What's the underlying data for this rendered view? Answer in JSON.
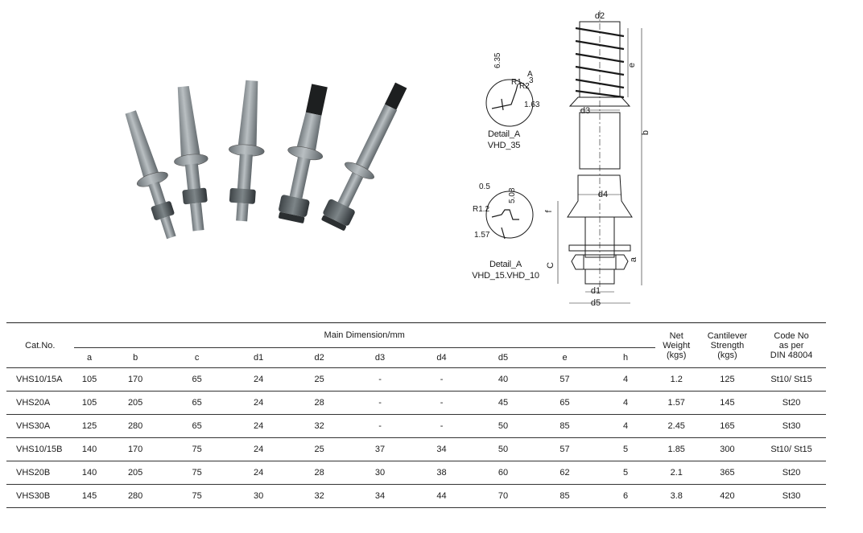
{
  "detail_labels": {
    "detail_a_35": [
      "Detail_A",
      "VHD_35"
    ],
    "detail_a_15_10": [
      "Detail_A",
      "VHD_15.VHD_10"
    ]
  },
  "drawing_labels": {
    "d2": "d2",
    "e": "e",
    "d3": "d3",
    "b": "b",
    "d4": "d4",
    "f": "f",
    "c": "C",
    "a": "a",
    "d1": "d1",
    "d5": "d5",
    "det1_635": "6.35",
    "det1_r1": "R1",
    "det1_a": "A",
    "det1_r2": "R2",
    "det1_3": "3",
    "det1_163": "1.63",
    "det2_05": "0.5",
    "det2_508": "5.08",
    "det2_r12": "R1.2",
    "det2_157": "1.57"
  },
  "table": {
    "cat_header": "Cat.No.",
    "main_dim_header": "Main Dimension/mm",
    "dim_columns": [
      "a",
      "b",
      "c",
      "d1",
      "d2",
      "d3",
      "d4",
      "d5",
      "e",
      "h"
    ],
    "net_weight_header": [
      "Net",
      "Weight",
      "(kgs)"
    ],
    "cantilever_header": [
      "Cantilever",
      "Strength",
      "(kgs)"
    ],
    "code_header": [
      "Code No",
      "as per",
      "DIN 48004"
    ],
    "rows": [
      {
        "cat": "VHS10/15A",
        "dims": [
          "105",
          "170",
          "65",
          "24",
          "25",
          "-",
          "-",
          "40",
          "57",
          "4"
        ],
        "weight": "1.2",
        "strength": "125",
        "code": "St10/ St15"
      },
      {
        "cat": "VHS20A",
        "dims": [
          "105",
          "205",
          "65",
          "24",
          "28",
          "-",
          "-",
          "45",
          "65",
          "4"
        ],
        "weight": "1.57",
        "strength": "145",
        "code": "St20"
      },
      {
        "cat": "VHS30A",
        "dims": [
          "125",
          "280",
          "65",
          "24",
          "32",
          "-",
          "-",
          "50",
          "85",
          "4"
        ],
        "weight": "2.45",
        "strength": "165",
        "code": "St30"
      },
      {
        "cat": "VHS10/15B",
        "dims": [
          "140",
          "170",
          "75",
          "24",
          "25",
          "37",
          "34",
          "50",
          "57",
          "5"
        ],
        "weight": "1.85",
        "strength": "300",
        "code": "St10/ St15"
      },
      {
        "cat": "VHS20B",
        "dims": [
          "140",
          "205",
          "75",
          "24",
          "28",
          "30",
          "38",
          "60",
          "62",
          "5"
        ],
        "weight": "2.1",
        "strength": "365",
        "code": "St20"
      },
      {
        "cat": "VHS30B",
        "dims": [
          "145",
          "280",
          "75",
          "30",
          "32",
          "34",
          "44",
          "70",
          "85",
          "6"
        ],
        "weight": "3.8",
        "strength": "420",
        "code": "St30"
      }
    ]
  }
}
